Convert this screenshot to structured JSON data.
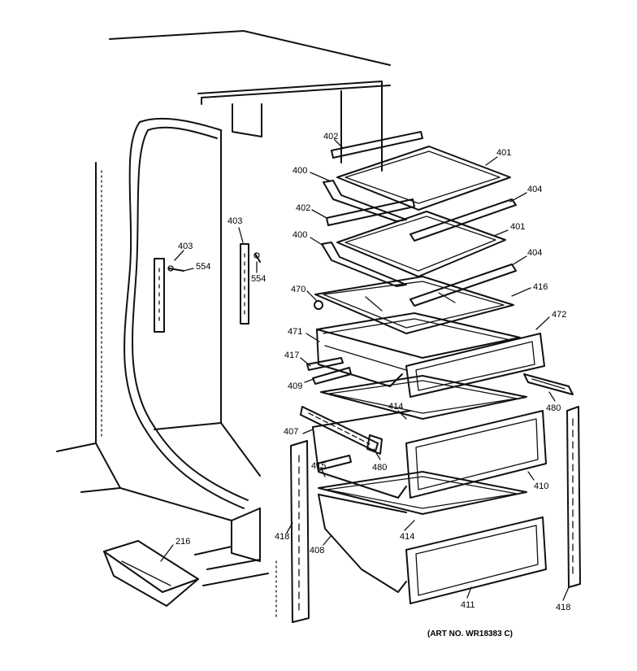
{
  "diagram": {
    "art_number": "(ART NO. WR18383 C)",
    "part_labels": {
      "p402a": "402",
      "p401a": "401",
      "p400a": "400",
      "p404a": "404",
      "p402b": "402",
      "p401b": "401",
      "p400b": "400",
      "p404b": "404",
      "p470": "470",
      "p416": "416",
      "p472": "472",
      "p471": "471",
      "p417": "417",
      "p409": "409",
      "p414a": "414",
      "p480a": "480",
      "p407": "407",
      "p480b": "480",
      "p415": "415",
      "p410": "410",
      "p418a": "418",
      "p408": "408",
      "p414b": "414",
      "p411": "411",
      "p418b": "418",
      "p403a": "403",
      "p554a": "554",
      "p403b": "403",
      "p554b": "554",
      "p216": "216"
    }
  }
}
